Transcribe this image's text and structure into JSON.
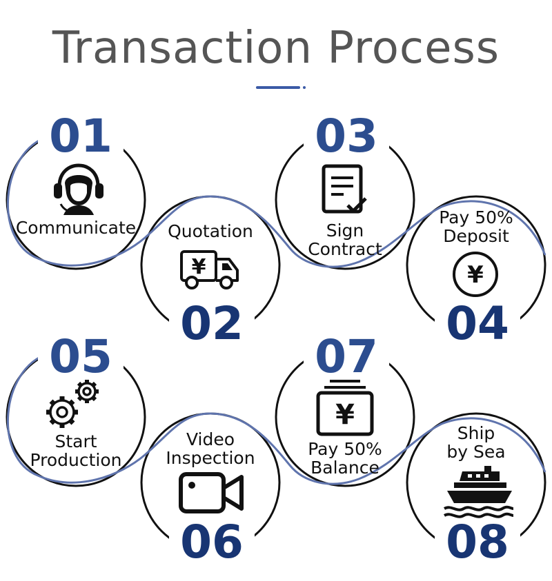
{
  "header": {
    "title": "Transaction Process"
  },
  "colors": {
    "accent": "#3b5aa6",
    "number_top": "#2c4d8f",
    "number_bottom": "#183573",
    "circle_stroke": "#111111",
    "wave_stroke": "#5f74ad"
  },
  "steps": [
    {
      "number": "01",
      "label": "Communicate",
      "icon": "customer-service-headset-icon"
    },
    {
      "number": "02",
      "label": "Quotation",
      "icon": "yen-delivery-truck-icon"
    },
    {
      "number": "03",
      "label": "Sign\nContract",
      "icon": "contract-document-check-icon"
    },
    {
      "number": "04",
      "label": "Pay 50%\nDeposit",
      "icon": "yen-coin-icon"
    },
    {
      "number": "05",
      "label": "Start\nProduction",
      "icon": "gears-icon"
    },
    {
      "number": "06",
      "label": "Video\nInspection",
      "icon": "video-camera-icon"
    },
    {
      "number": "07",
      "label": "Pay 50%\nBalance",
      "icon": "yen-cash-register-icon"
    },
    {
      "number": "08",
      "label": "Ship\nby Sea",
      "icon": "cargo-ship-icon"
    }
  ]
}
